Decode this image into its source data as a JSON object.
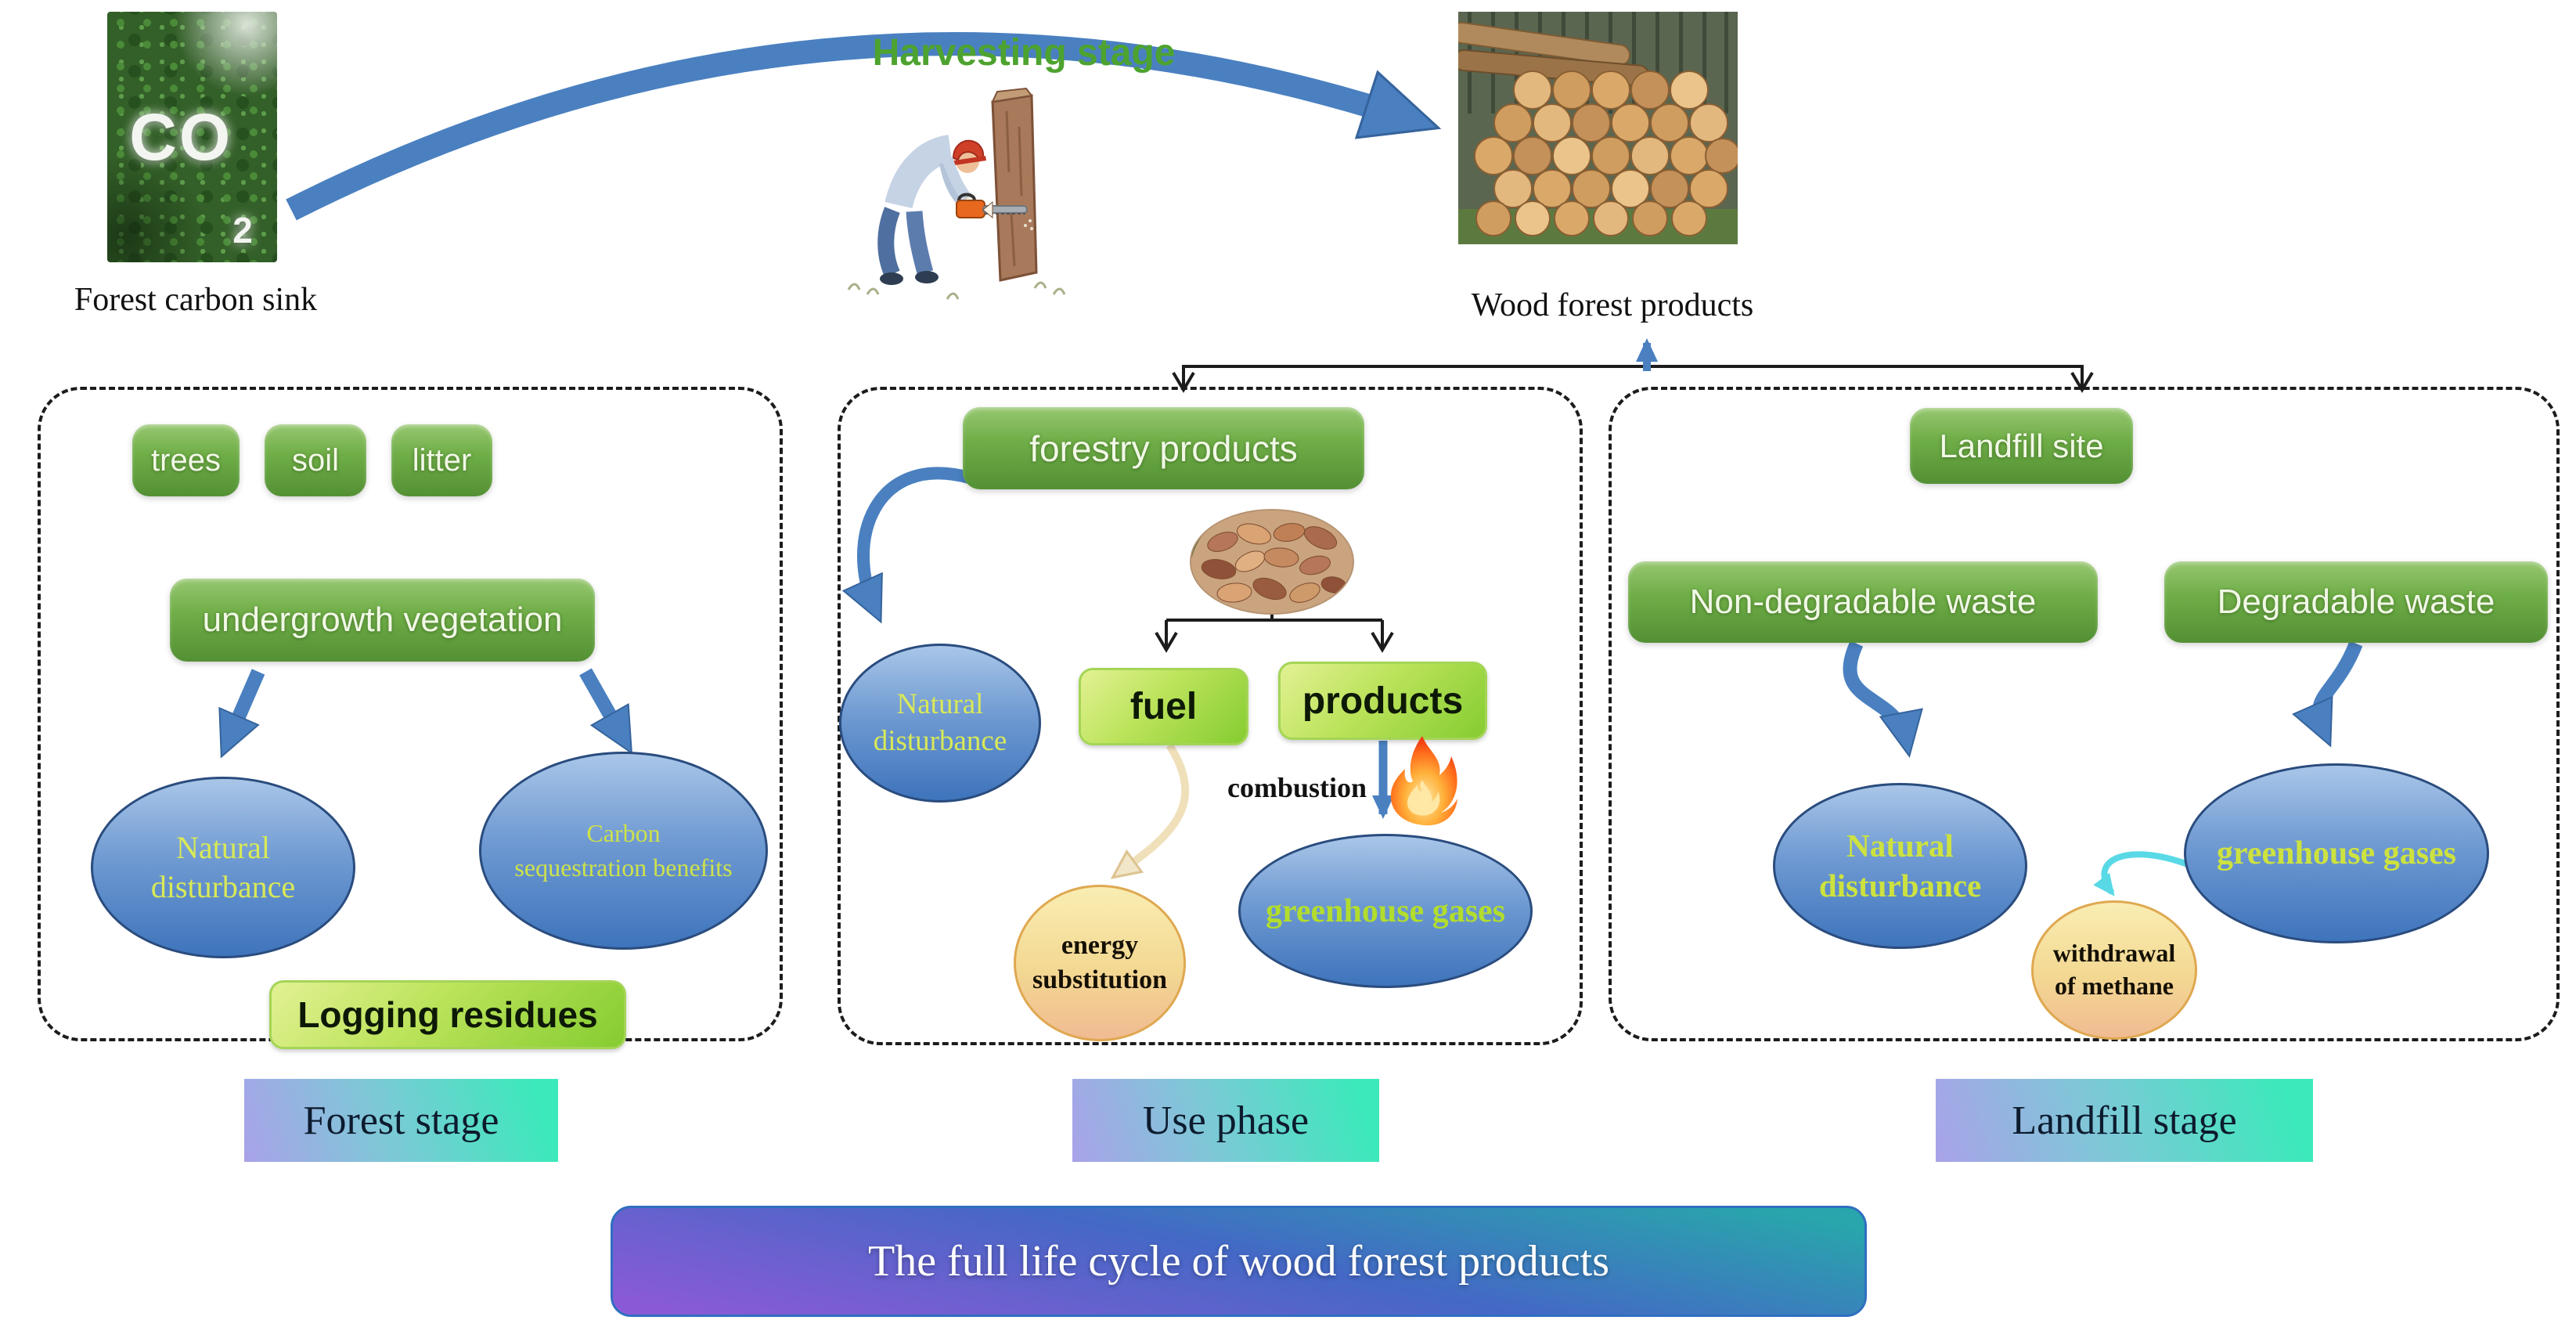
{
  "header": {
    "co2": "CO",
    "co2_sub": "2",
    "forest_carbon_sink": "Forest carbon sink",
    "harvesting_stage": "Harvesting stage",
    "wood_forest_products": "Wood forest products"
  },
  "forest_stage": {
    "pools": [
      {
        "label": "trees"
      },
      {
        "label": "soil"
      },
      {
        "label": "litter"
      }
    ],
    "undergrowth": "undergrowth vegetation",
    "natural_disturbance": "Natural disturbance",
    "carbon_line1": "Carbon",
    "carbon_line2": "sequestration benefits",
    "logging_residues": "Logging residues",
    "stage_label": "Forest stage"
  },
  "use_phase": {
    "forestry_products": "forestry products",
    "natural_disturbance": "Natural disturbance",
    "fuel": "fuel",
    "products": "products",
    "combustion": "combustion",
    "energy_line1": "energy",
    "energy_line2": "substitution",
    "greenhouse_gases": "greenhouse gases",
    "stage_label": "Use phase"
  },
  "landfill_stage": {
    "landfill_site": "Landfill site",
    "non_degradable_waste": "Non-degradable waste",
    "degradable_waste": "Degradable waste",
    "natural_disturbance": "Natural disturbance",
    "greenhouse_gases": "greenhouse gases",
    "withdrawal_line1": "withdrawal",
    "withdrawal_line2": "of methane",
    "stage_label": "Landfill stage"
  },
  "footer": {
    "title": "The full life cycle of wood forest products"
  },
  "colors": {
    "arrow_blue": "#4a80c0",
    "dark_green_button": "#6fae47",
    "bright_green_button": "#9ed23f",
    "ellipse_blue": "#4f83c4",
    "ellipse_yellow": "#f3d892",
    "ellipse_text_yellowgreen": "#d9e957",
    "greenhouse_text": "#b2dd2d",
    "harvesting_green": "#4da32f",
    "stage_bar_left": "#a9a2e9",
    "stage_bar_right": "#3ce9bb",
    "title_top": "#29a5ac",
    "title_bottom": "#8a5ad6"
  }
}
